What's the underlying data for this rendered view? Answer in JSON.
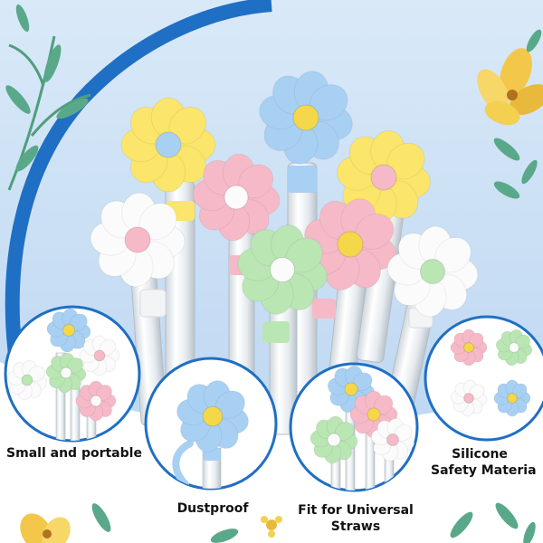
{
  "features": [
    {
      "id": "small",
      "caption": "Small and portable"
    },
    {
      "id": "dust",
      "caption": "Dustproof"
    },
    {
      "id": "fit",
      "caption_line1": "Fit for Universal",
      "caption_line2": "Straws"
    },
    {
      "id": "silicone",
      "caption_line1": "Silicone",
      "caption_line2": "Safety Materia"
    }
  ],
  "colors": {
    "sky": "#c9e0f7",
    "ring_blue": "#1f6fc4",
    "flower_blue": "#a8d0f3",
    "flower_yellow": "#fbe56a",
    "flower_pink": "#f6b9c8",
    "flower_green": "#b9e6b3",
    "flower_white": "#fbfbfb",
    "center_yellow": "#f4d84a",
    "leaf": "#5aa88a",
    "gold": "#e8b93a"
  },
  "icons": [
    "daisy-straw-topper-icon",
    "leaf-sprig-icon",
    "yellow-flower-icon"
  ]
}
